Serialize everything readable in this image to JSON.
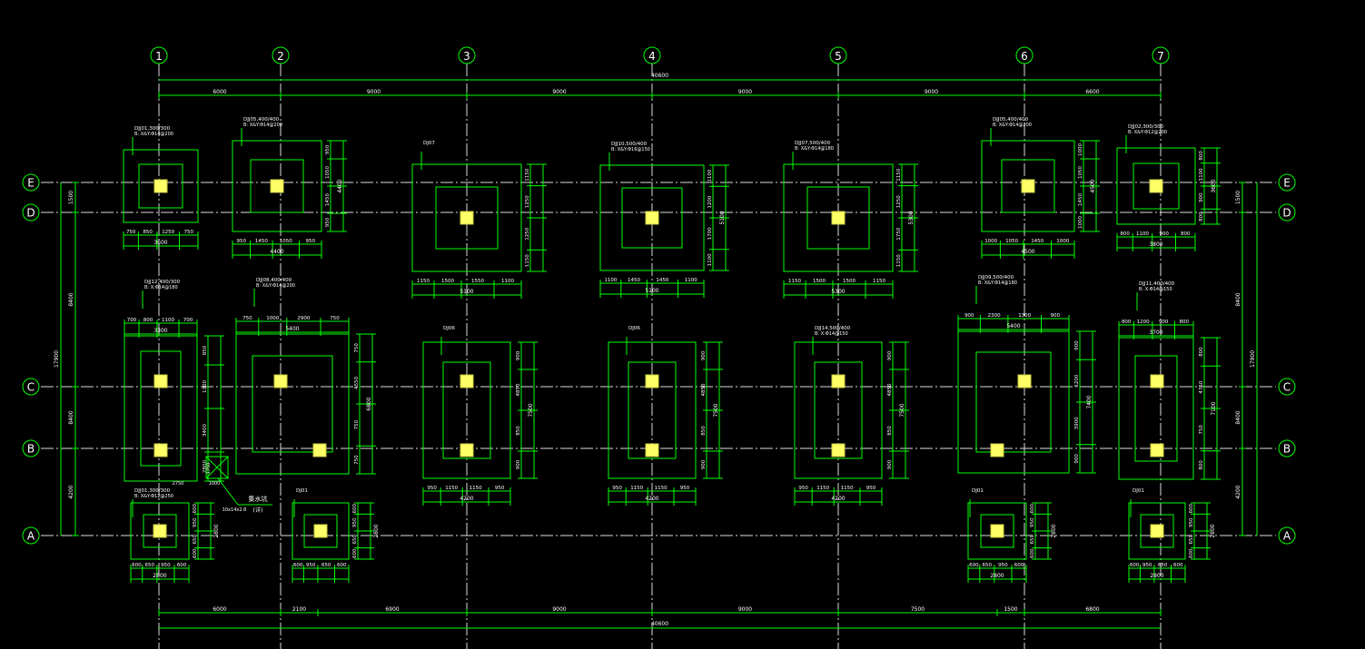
{
  "axis_labels": {
    "columns": [
      "1",
      "2",
      "3",
      "4",
      "5",
      "6",
      "7"
    ],
    "rows": [
      "E",
      "D",
      "C",
      "B",
      "A"
    ]
  },
  "top_dims": {
    "total": "40600",
    "segments": [
      "6000",
      "9000",
      "9000",
      "9000",
      "9000",
      "6600"
    ]
  },
  "bottom_dims": {
    "total": "40600",
    "segments": [
      "6000",
      "2100",
      "6900",
      "9000",
      "9000",
      "7500",
      "1500",
      "6800"
    ]
  },
  "left_dims": {
    "total": "17900",
    "segments": [
      "1500",
      "8400",
      "8400",
      "4200"
    ]
  },
  "right_dims": {
    "total": "17900",
    "segments": [
      "1500",
      "8400",
      "8400",
      "4200"
    ]
  },
  "top_row": [
    {
      "label": "DJJ01,300/300",
      "note": "B: X&Y:Φ14@200",
      "width": "3600",
      "parts": [
        "750",
        "850",
        "1250",
        "750"
      ]
    },
    {
      "label": "DJJ05,400/400",
      "note": "B: X&Y:Φ14@200",
      "width": "4400",
      "parts": [
        "950",
        "1450",
        "1050",
        "950"
      ]
    },
    {
      "label": "DJ07",
      "note": "",
      "width": "5100",
      "parts": [
        "1150",
        "1500",
        "1550",
        "1100"
      ]
    },
    {
      "label": "DJJ10,500/400",
      "note": "B: X&Y:Φ16@150",
      "width": "5100",
      "parts": [
        "1100",
        "1450",
        "1450",
        "1100"
      ]
    },
    {
      "label": "DJJ07,500/400",
      "note": "B: X&Y:Φ14@180",
      "width": "5300",
      "parts": [
        "1150",
        "1500",
        "1500",
        "1150"
      ]
    },
    {
      "label": "DJJ05,400/400",
      "note": "B: X&Y:Φ14@200",
      "width": "4500",
      "parts": [
        "1000",
        "1050",
        "1450",
        "1000"
      ]
    },
    {
      "label": "DJJ02,300/300",
      "note": "B: X&Y:Φ12@200",
      "width": "3800",
      "parts": [
        "800",
        "1100",
        "900",
        "800"
      ]
    }
  ],
  "top_row_side": [
    {
      "parts": [
        "950",
        "1050",
        "1450",
        "950"
      ],
      "total": "4400"
    },
    {
      "parts": [
        "1150",
        "1250",
        "1250",
        "1150"
      ],
      "total": ""
    },
    {
      "parts": [
        "1100",
        "1200",
        "1700",
        "1100"
      ],
      "total": "5100"
    },
    {
      "parts": [
        "1150",
        "1250",
        "1750",
        "1150"
      ],
      "total": "5300"
    },
    {
      "parts": [
        "1000",
        "1050",
        "1450",
        "1000"
      ],
      "total": "4500"
    },
    {
      "parts": [
        "800",
        "1100",
        "900",
        "800"
      ],
      "total": "3600"
    }
  ],
  "mid_row": [
    {
      "label": "DJJ12,400/300",
      "note": "B: X:Φ14@180",
      "width": "3300",
      "parts": [
        "700",
        "800",
        "1100",
        "700"
      ]
    },
    {
      "label": "DJJ08,400/400",
      "note": "B: X&Y:Φ14@200",
      "width": "5400",
      "parts": [
        "750",
        "1000",
        "2900",
        "750"
      ]
    },
    {
      "label": "DJ06",
      "note": "",
      "width": "4200",
      "parts": [
        "950",
        "1150",
        "1150",
        "950"
      ]
    },
    {
      "label": "DJ06",
      "note": "",
      "width": "4200",
      "parts": [
        "950",
        "1150",
        "1150",
        "950"
      ]
    },
    {
      "label": "DJJ14,500/400",
      "note": "B: X:Φ14@150",
      "width": "4200",
      "parts": [
        "950",
        "1150",
        "1150",
        "950"
      ]
    },
    {
      "label": "DJJ09,500/400",
      "note": "B: X&Y:Φ14@180",
      "width": "5400",
      "parts": [
        "900",
        "2300",
        "1300",
        "900"
      ]
    },
    {
      "label": "DJJ11,400/400",
      "note": "B: X:Φ14@150",
      "width": "3700",
      "parts": [
        "800",
        "1200",
        "900",
        "800"
      ]
    }
  ],
  "mid_row_side": [
    {
      "parts": [
        "850",
        "1300",
        "3400",
        "2800"
      ],
      "total": ""
    },
    {
      "parts": [
        "750",
        "4550",
        "750",
        "750"
      ],
      "total": "6800"
    },
    {
      "parts": [
        "900",
        "4850",
        "850",
        "900"
      ],
      "total": "7500"
    },
    {
      "parts": [
        "900",
        "4850",
        "850",
        "900"
      ],
      "total": "7500"
    },
    {
      "parts": [
        "900",
        "4850",
        "850",
        "900"
      ],
      "total": "7500"
    },
    {
      "parts": [
        "900",
        "1200",
        "3900",
        "900"
      ],
      "total": "7400"
    },
    {
      "parts": [
        "800",
        "4750",
        "750",
        "800"
      ],
      "total": "7100"
    }
  ],
  "bottom_row": [
    {
      "label": "DJJ01,300/300",
      "note": "B: X&Y:Φ12@250",
      "width": "2800",
      "parts": [
        "600",
        "650",
        "950",
        "600"
      ]
    },
    {
      "label": "DJ01",
      "note": "",
      "width": "",
      "parts": [
        "600",
        "950",
        "650",
        "600"
      ]
    },
    {
      "label": "DJ01",
      "note": "",
      "width": "2800",
      "parts": [
        "600",
        "650",
        "950",
        "600"
      ]
    },
    {
      "label": "DJ01",
      "note": "",
      "width": "2800",
      "parts": [
        "600",
        "950",
        "650",
        "600"
      ]
    }
  ],
  "bottom_side": [
    "600",
    "950",
    "650",
    "600",
    "2800"
  ],
  "pit": {
    "label": "集水坑",
    "sub": "(详)",
    "dim1": "10x14x2.8",
    "dim2": "1750",
    "dim3": "2750",
    "dim4": "1000"
  },
  "colors": {
    "grid": "#00ff00",
    "column": "#ffff66",
    "axisLine": "#dddddd",
    "text": "#ffffff",
    "background": "#000000"
  }
}
